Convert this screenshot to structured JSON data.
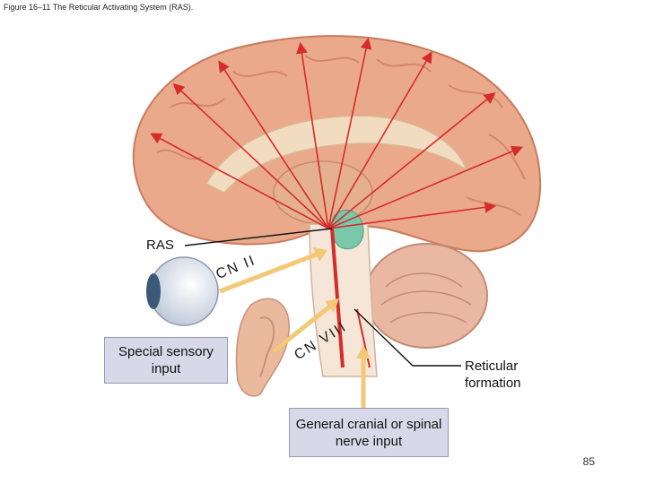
{
  "caption": "Figure 16–11 The Reticular Activating System (RAS).",
  "labels": {
    "ras": "RAS",
    "cn_ii": "CN II",
    "cn_viii": "CN VIII",
    "special_sensory": "Special sensory input",
    "reticular_formation": "Reticular formation",
    "general_input": "General cranial or spinal nerve input"
  },
  "page_number": "85",
  "colors": {
    "cortex": "#e8a585",
    "cortex_dark": "#c97a5c",
    "arrow": "#d62b2b",
    "sensory_arrow": "#f3c978",
    "ras_green": "#7bc7a9",
    "label_box": "#d8d8e8"
  }
}
